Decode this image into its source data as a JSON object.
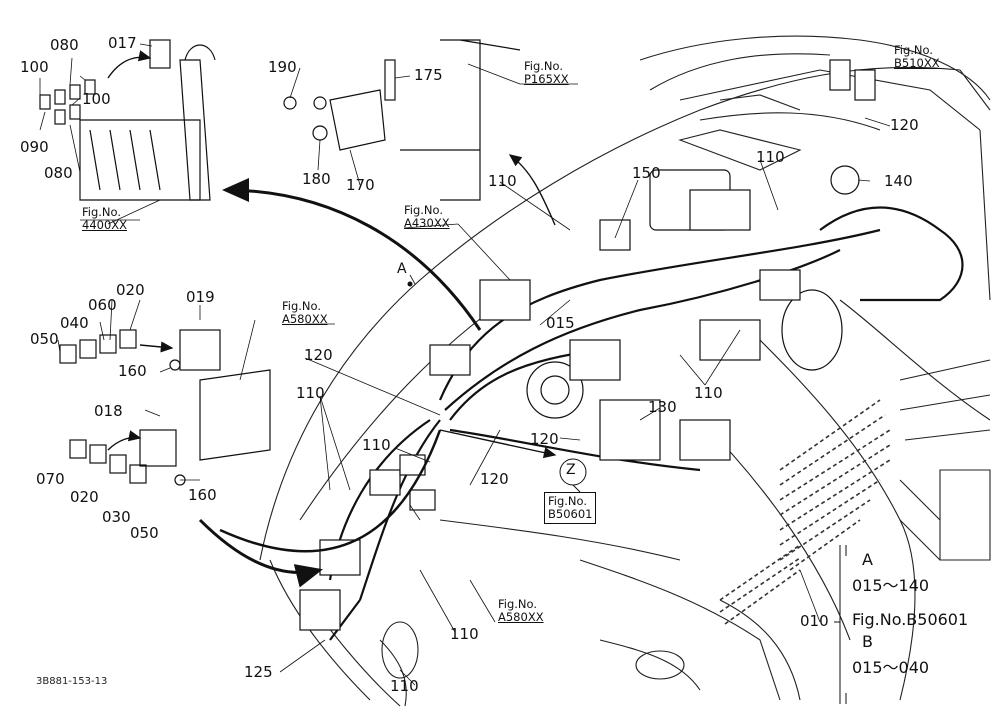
{
  "diagram": {
    "part_numbers": {
      "p017": "017",
      "p080a": "080",
      "p100a": "100",
      "p090": "090",
      "p100b": "100",
      "p080b": "080",
      "p190": "190",
      "p175": "175",
      "p180": "180",
      "p170": "170",
      "p110_top1": "110",
      "p150": "150",
      "p110_top2": "110",
      "p120_top": "120",
      "p140": "140",
      "pA": "A",
      "p015": "015",
      "p020a": "020",
      "p060": "060",
      "p040": "040",
      "p050a": "050",
      "p019": "019",
      "p160a": "160",
      "p120_mid1": "120",
      "p110_left": "110",
      "p110_mid": "110",
      "p120_mid2": "120",
      "p130": "130",
      "p110_right": "110",
      "p120_mid3": "120",
      "p018": "018",
      "p070": "070",
      "p020b": "020",
      "p030": "030",
      "p050b": "050",
      "p160b": "160",
      "pZ": "Z",
      "p010": "010",
      "p110_bot1": "110",
      "p125": "125",
      "p110_bot2": "110"
    },
    "fig_refs": {
      "f4400": {
        "top": "Fig.No.",
        "bottom": "4400XX"
      },
      "fP165": {
        "top": "Fig.No.",
        "bottom": "P165XX"
      },
      "fB510": {
        "top": "Fig.No.",
        "bottom": "B510XX"
      },
      "fA430": {
        "top": "Fig.No.",
        "bottom": "A430XX"
      },
      "fA580a": {
        "top": "Fig.No.",
        "bottom": "A580XX"
      },
      "fB50601": {
        "top": "Fig.No.",
        "bottom": "B50601"
      },
      "fA580b": {
        "top": "Fig.No.",
        "bottom": "A580XX"
      }
    },
    "legend": {
      "a_label": "A",
      "a_range": "015～140",
      "fig_ref": "Fig.No.B50601",
      "b_label": "B",
      "b_range": "015～040"
    },
    "drawing_code": "3B881-153-13"
  }
}
